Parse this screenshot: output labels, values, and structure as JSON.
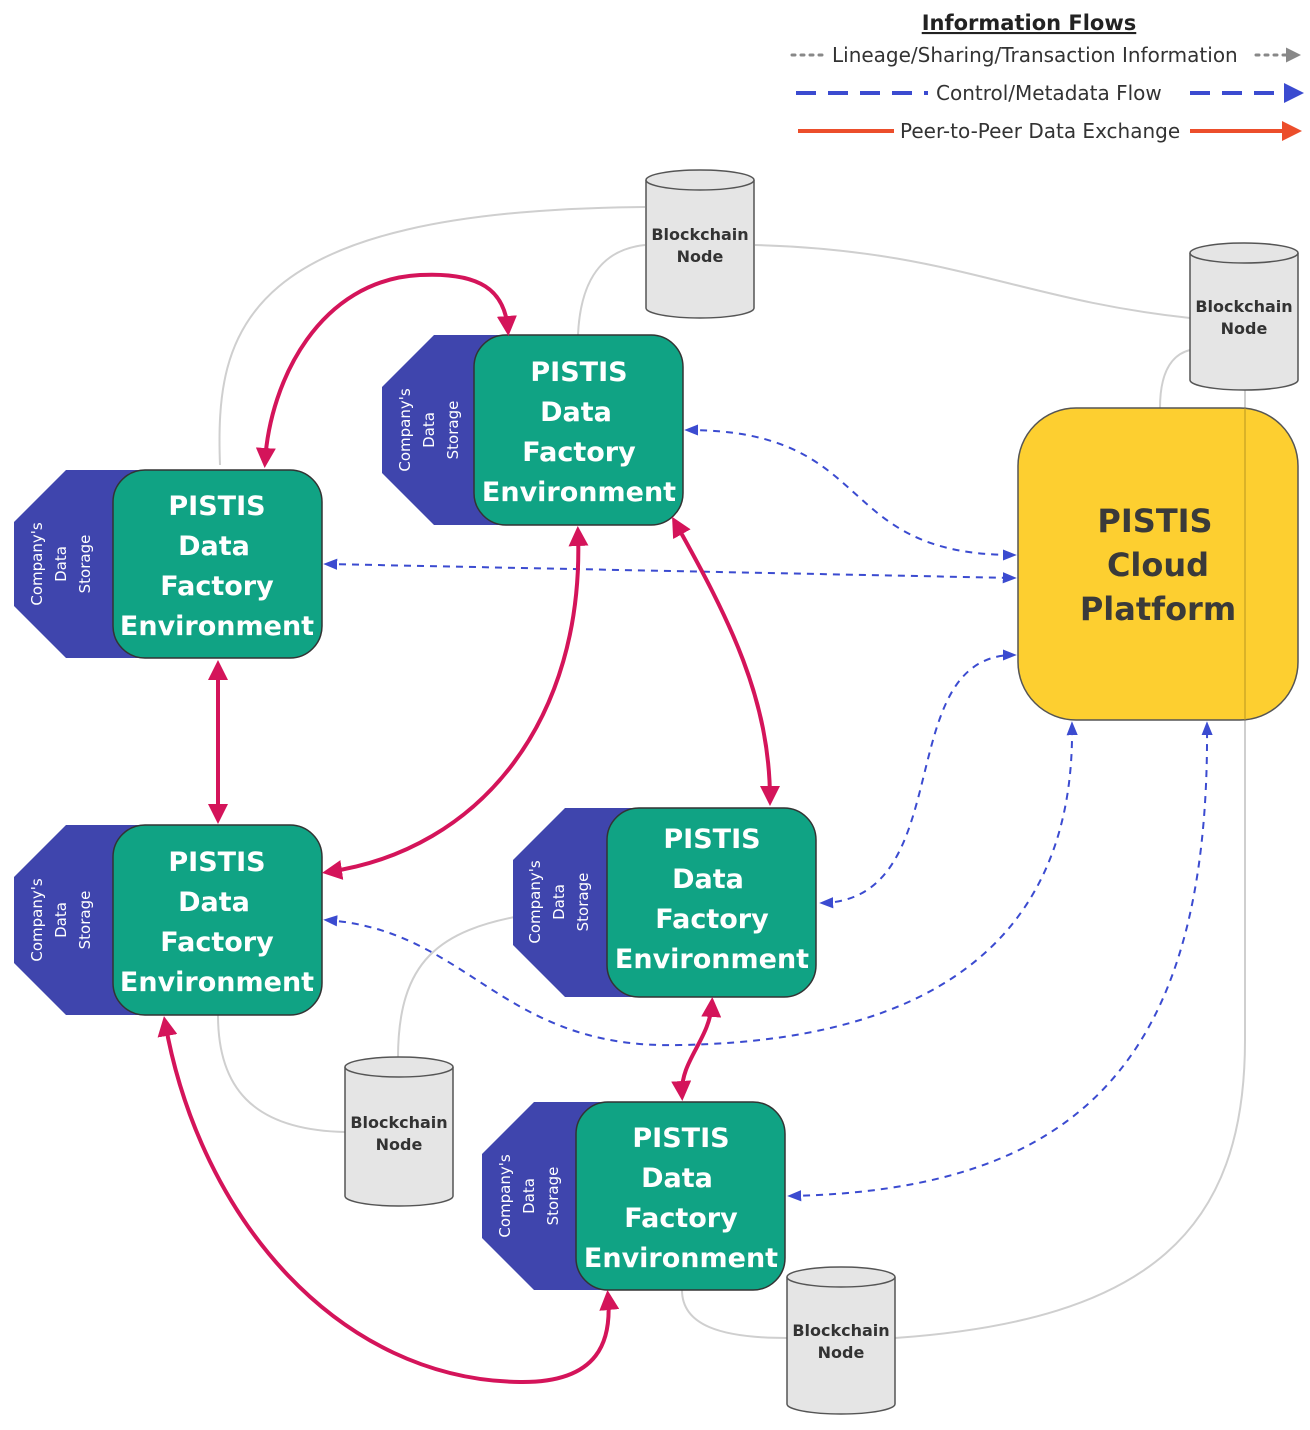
{
  "legend": {
    "title": "Information Flows",
    "items": [
      {
        "label": "Lineage/Sharing/Transaction Information",
        "color": "#888888"
      },
      {
        "label": "Control/Metadata Flow",
        "color": "#3b4bd0"
      },
      {
        "label": "Peer-to-Peer Data Exchange",
        "color": "#ec4e2b"
      }
    ]
  },
  "factory": {
    "line1": "PISTIS",
    "line2": "Data",
    "line3": "Factory",
    "line4": "Environment"
  },
  "storage": {
    "line1": "Company's",
    "line2": "Data",
    "line3": "Storage"
  },
  "blockchain": {
    "line1": "Blockchain",
    "line2": "Node"
  },
  "cloud": {
    "line1": "PISTIS",
    "line2": "Cloud",
    "line3": "Platform"
  },
  "colors": {
    "factory": "#10a384",
    "storage": "#3f45ad",
    "cloud": "#fdcf30",
    "p2p_arrow": "#d4145a",
    "control": "#3b4bd0",
    "lineage": "#cccccc",
    "node_fill": "#e5e5e5"
  }
}
